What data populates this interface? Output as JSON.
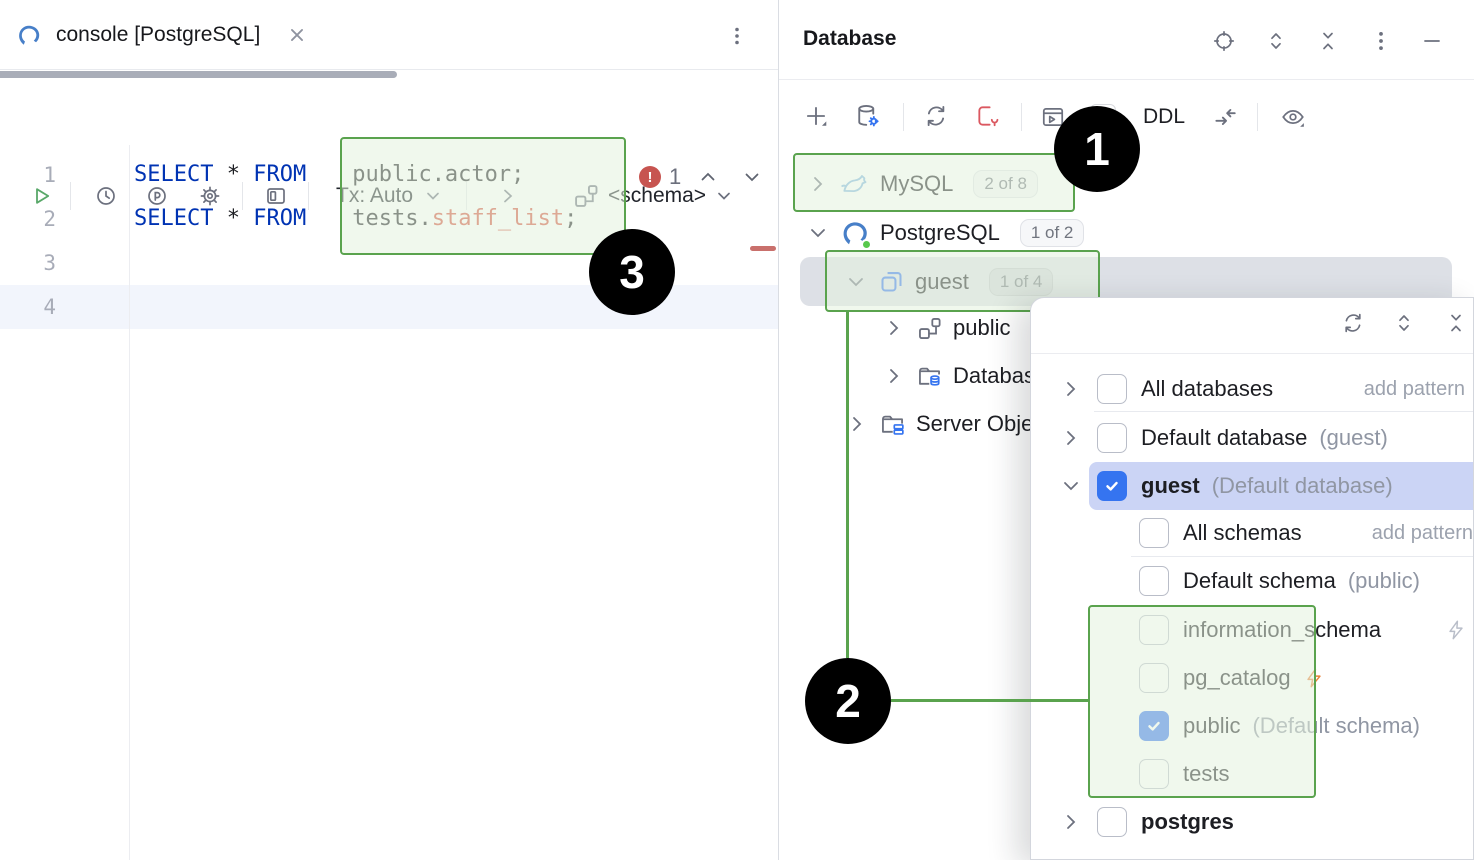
{
  "tab": {
    "title": "console [PostgreSQL]"
  },
  "toolbar": {
    "tx": "Tx: Auto",
    "schema": "<schema>"
  },
  "editor": {
    "line_numbers": [
      "1",
      "2",
      "3",
      "4"
    ],
    "line1": {
      "kw": "SELECT",
      "star": "*",
      "kw2": "FROM",
      "tail": "public.actor;"
    },
    "line2": {
      "kw": "SELECT",
      "star": "*",
      "kw2": "FROM",
      "pre": "tests.",
      "err": "staff_list",
      "semi": ";"
    },
    "error_count": "1"
  },
  "callouts": {
    "c1": "1",
    "c2": "2",
    "c3": "3"
  },
  "panel": {
    "title": "Database",
    "ddl": "DDL",
    "tree": {
      "mysql": {
        "label": "MySQL",
        "badge": "2 of 8"
      },
      "postgresql": {
        "label": "PostgreSQL",
        "badge": "1 of 2"
      },
      "guest": {
        "label": "guest",
        "badge": "1 of 4"
      },
      "public_schema": {
        "label": "public"
      },
      "database_objects": {
        "label": "Database Objects"
      },
      "server_objects": {
        "label": "Server Objects"
      }
    }
  },
  "popup": {
    "rows": [
      {
        "label": "All databases",
        "hint": "add pattern"
      },
      {
        "label": "Default database",
        "suffix": "(guest)"
      },
      {
        "label": "guest",
        "suffix": "(Default database)"
      },
      {
        "label": "All schemas",
        "hint": "add pattern"
      },
      {
        "label": "Default schema",
        "suffix": "(public)"
      },
      {
        "label": "information_schema"
      },
      {
        "label": "pg_catalog"
      },
      {
        "label": "public",
        "suffix": "(Default schema)"
      },
      {
        "label": "tests"
      },
      {
        "label": "postgres"
      }
    ]
  },
  "colors": {
    "annotation_green": "#5aa34e",
    "selection_blue": "#cbd4f5",
    "checkbox_blue": "#3574f0",
    "keyword_blue": "#0033b3",
    "unresolved_red": "#d4513d",
    "error_red": "#c75450"
  }
}
